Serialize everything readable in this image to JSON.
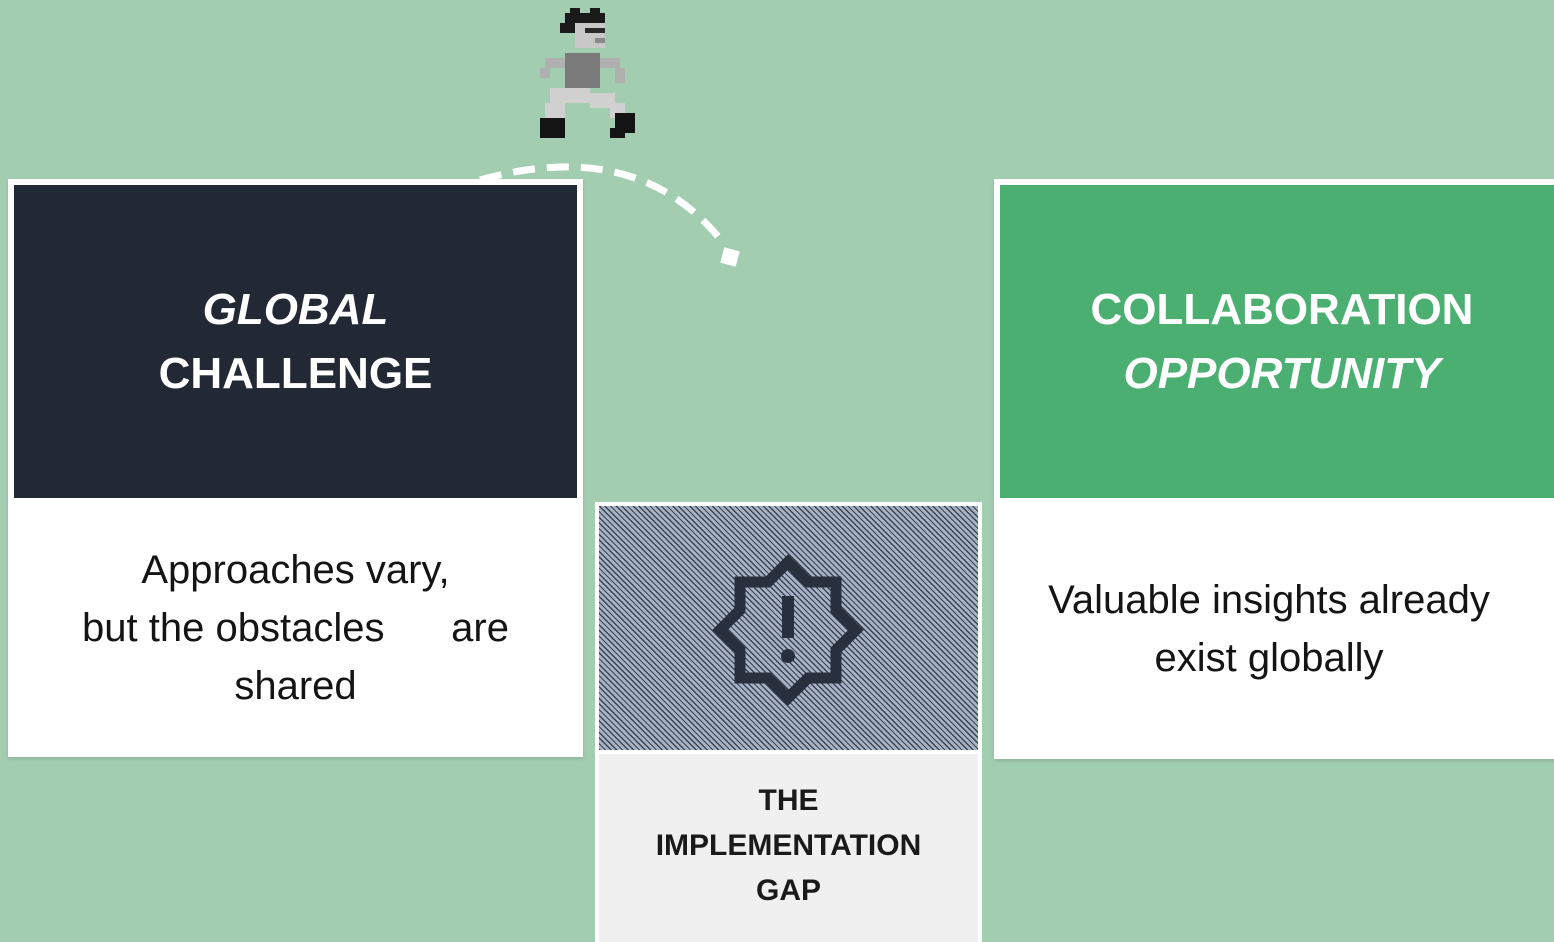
{
  "challenge": {
    "title_line1": "GLOBAL",
    "title_line2": "CHALLENGE",
    "body": "Approaches vary,\nbut the obstacles      are\nshared",
    "color": "#222834"
  },
  "gap": {
    "label": "THE\nIMPLEMENTATION\nGAP",
    "icon": "alert-badge-icon"
  },
  "opportunity": {
    "title_line1": "COLLABORATION",
    "title_line2": "OPPORTUNITY",
    "body": "Valuable insights already\nexist globally",
    "color": "#4caf72"
  },
  "figure": {
    "icon": "running-person-icon",
    "arc": "dashed-jump-arc"
  },
  "colors": {
    "background": "#a3cdb1"
  }
}
